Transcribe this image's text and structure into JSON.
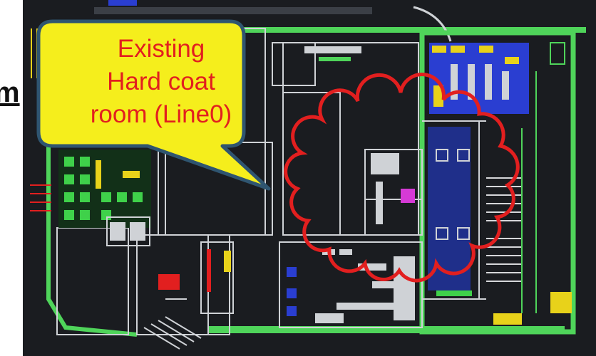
{
  "page": {
    "edge_text": "m"
  },
  "callout": {
    "line1": "Existing",
    "line2": "Hard coat",
    "line3": "room (Line0)"
  },
  "colors": {
    "background": "#1a1c20",
    "wall": "#cfd2d6",
    "outer_band": "#4fd45a",
    "callout_fill": "#f5ee1c",
    "callout_border": "#2f5570",
    "callout_text": "#e21f1f",
    "cloud": "#e21f1f",
    "equipment_blue": "#2a3ed1",
    "equipment_green": "#3fd14a",
    "accent_yellow": "#e8d21a",
    "accent_magenta": "#d63ad6"
  },
  "highlight": {
    "shape": "revision-cloud",
    "color": "#e21f1f"
  }
}
